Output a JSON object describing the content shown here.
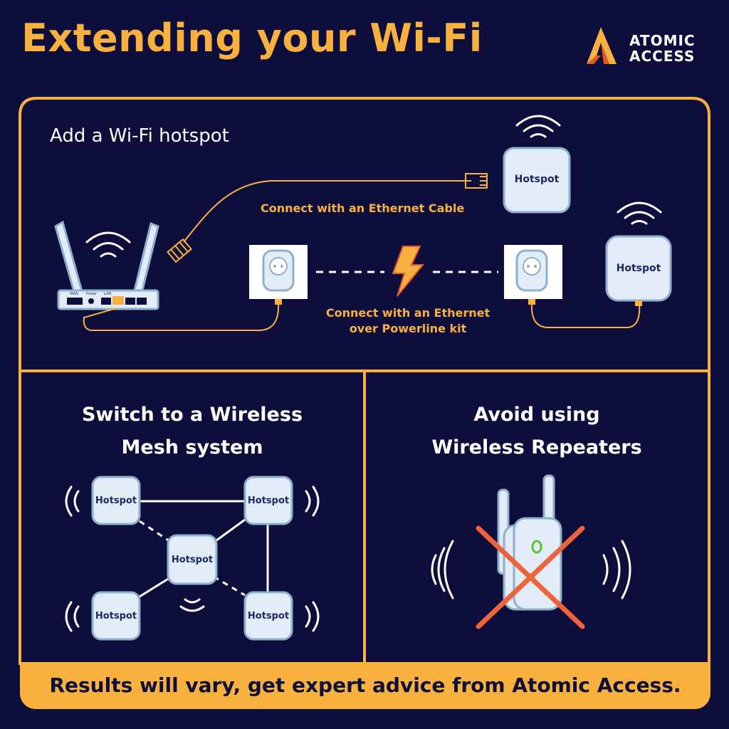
{
  "header": {
    "title": "Extending your Wi-Fi",
    "logo_line1": "ATOMIC",
    "logo_line2": "ACCESS"
  },
  "hotspot_section": {
    "title": "Add a Wi-Fi hotspot",
    "ethernet_label": "Connect with an Ethernet Cable",
    "powerline_label_line1": "Connect with an Ethernet",
    "powerline_label_line2": "over Powerline kit",
    "device_label": "Hotspot",
    "router_port_labels": [
      "WAN",
      "Power",
      "LAN"
    ]
  },
  "mesh_section": {
    "title_line1": "Switch to a Wireless",
    "title_line2": "Mesh system",
    "node_label": "Hotspot"
  },
  "repeater_section": {
    "title_line1": "Avoid using",
    "title_line2": "Wireless Repeaters"
  },
  "footer": {
    "text": "Results will vary, get expert advice from Atomic Access."
  },
  "colors": {
    "background": "#0e0e3c",
    "accent": "#f8b13e",
    "device_fill": "#e2ecf7",
    "device_stroke": "#8fb0cc",
    "cross": "#f0633a"
  }
}
